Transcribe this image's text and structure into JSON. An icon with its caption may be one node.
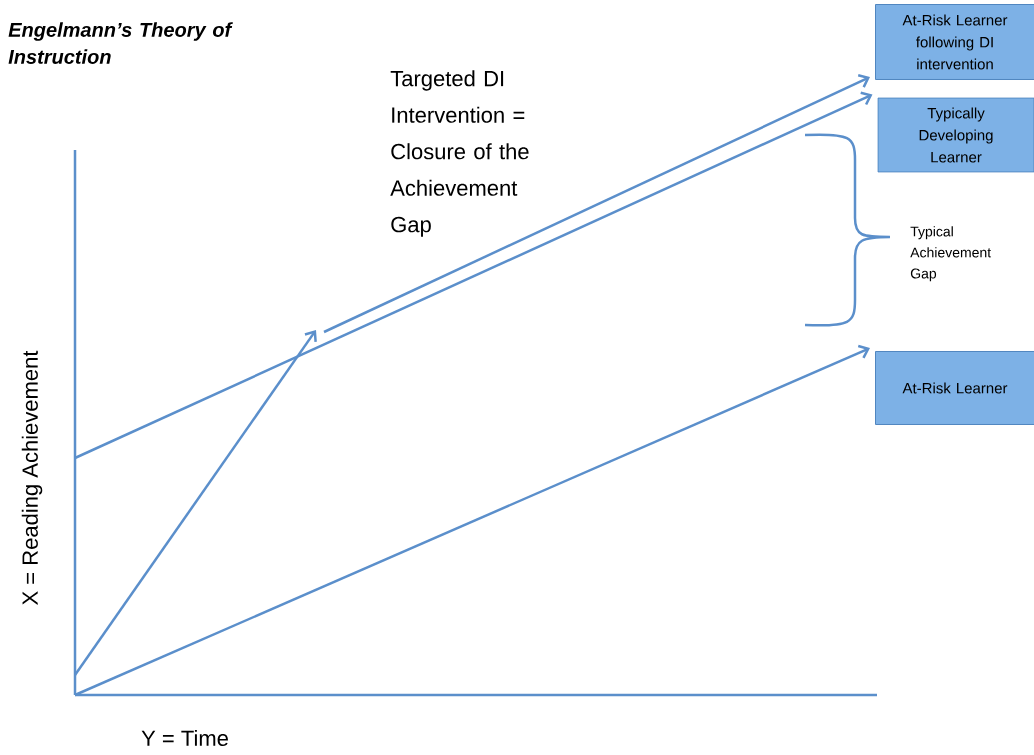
{
  "diagram": {
    "title": "Engelmann’s Theory of Instruction",
    "nodes": [
      {
        "text": [
          "At-Risk Learner following DI intervention"
        ]
      },
      {
        "text": [
          "Typically Developing Learner"
        ]
      },
      {
        "text": [
          "At-Risk Learner"
        ]
      }
    ],
    "edges": [
      {
        "from": null,
        "to": 0,
        "arrow": "to"
      },
      {
        "from": null,
        "to": 1,
        "arrow": "to"
      },
      {
        "from": null,
        "to": 2,
        "arrow": "to"
      }
    ],
    "labels": [
      "Targeted DI Intervention = Closure of the Achievement Gap",
      "Typical Achievement Gap",
      "X = Reading Achievement",
      "Y = Time"
    ]
  }
}
